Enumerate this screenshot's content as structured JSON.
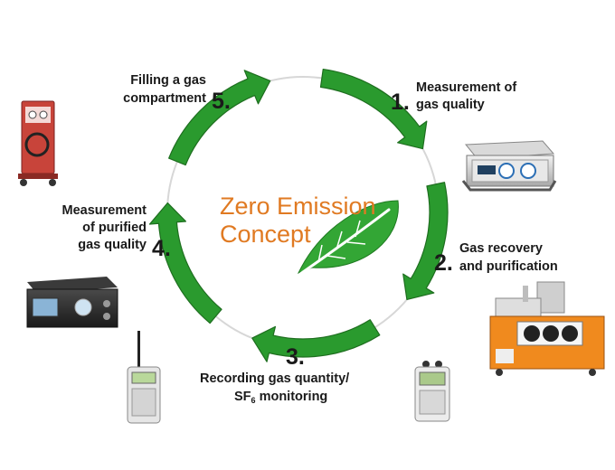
{
  "center": {
    "line1": "Zero Emission",
    "line2": "Concept"
  },
  "steps": [
    {
      "number": "1.",
      "line1": "Measurement of",
      "line2": "gas quality"
    },
    {
      "number": "2.",
      "line1": "Gas recovery",
      "line2": "and purification"
    },
    {
      "number": "3.",
      "line1": "Recording gas quantity/",
      "line2_main": "SF",
      "line2_sub": "6",
      "line2_rest": " monitoring"
    },
    {
      "number": "4.",
      "line1": "Measurement",
      "line2": "of purified",
      "line3": "gas quality"
    },
    {
      "number": "5.",
      "line1": "Filling a gas",
      "line2": "compartment"
    }
  ],
  "colors": {
    "arrow_fill": "#2a9a2e",
    "arrow_edge": "#1e6e1f",
    "leaf": "#33a635",
    "center_text": "#e07a22",
    "equipment_red": "#c8443a",
    "equipment_orange": "#f08a1e"
  },
  "icons": [
    "leaf-icon",
    "cycle-arrow-icon"
  ]
}
